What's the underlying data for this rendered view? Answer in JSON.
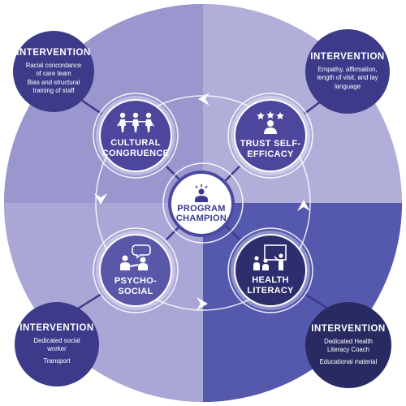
{
  "center": {
    "label": "PROGRAM\nCHAMPION",
    "icon": "champion-person-icon"
  },
  "hubs": [
    {
      "id": "cultural",
      "label": "CULTURAL\nCONGRUENCE",
      "icon": "people-holding-hands-icon"
    },
    {
      "id": "trust",
      "label": "TRUST SELF-\nEFFICACY",
      "icon": "person-with-stars-icon"
    },
    {
      "id": "psycho",
      "label": "PSYCHO-SOCIAL",
      "icon": "two-people-speech-bubble-icon"
    },
    {
      "id": "literacy",
      "label": "HEALTH\nLITERACY",
      "icon": "classroom-presentation-icon"
    }
  ],
  "interventions": [
    {
      "id": "tl",
      "title": "INTERVENTION",
      "lines": [
        "Racial concordance",
        "of care team",
        "Bias and structural",
        "training of staff"
      ]
    },
    {
      "id": "tr",
      "title": "INTERVENTION",
      "lines": [
        "Empathy, affirmation,",
        "length of visit, and lay",
        "language"
      ]
    },
    {
      "id": "bl",
      "title": "INTERVENTION",
      "lines": [
        "Dedicated social worker",
        "Transport"
      ]
    },
    {
      "id": "br",
      "title": "INTERVENTION",
      "lines": [
        "Dedicated Health",
        "Literacy Coach",
        "Educational material"
      ]
    }
  ],
  "colors": {
    "quadrant_tl": "#8d8ac8",
    "quadrant_tr": "#b6b3dc",
    "quadrant_bl": "#b8b6dd",
    "quadrant_br": "#4b52a8",
    "big_circle_tl": "#9a97cf",
    "big_circle_tr": "#aeabd8",
    "big_circle_bl": "#a9a6d6",
    "big_circle_br": "#5459ad",
    "hub_cultural": "#4c479c",
    "hub_trust": "#4c479c",
    "hub_psycho": "#5b57a8",
    "hub_literacy": "#2e2d6e",
    "intervention_dark": "#3d3a8a",
    "intervention_darkest": "#2a2a63",
    "connector": "#3d3a8a"
  }
}
